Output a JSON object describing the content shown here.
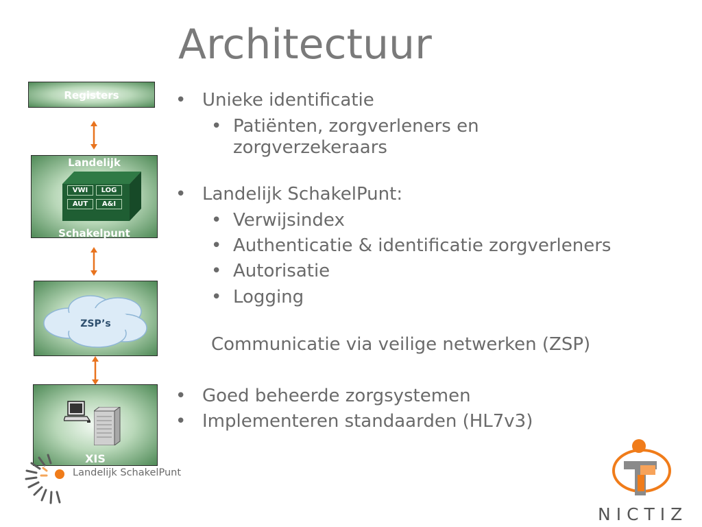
{
  "slide": {
    "title": "Architectuur"
  },
  "bullets": {
    "b1": "Unieke identificatie",
    "b1_sub1_line1": "Patiënten, zorgverleners en",
    "b1_sub1_line2": "zorgverzekeraars",
    "b2": "Landelijk SchakelPunt:",
    "b2_sub1": "Verwijsindex",
    "b2_sub2": "Authenticatie & identificatie zorgverleners",
    "b2_sub3": "Autorisatie",
    "b2_sub4": "Logging",
    "plain": "Communicatie via veilige netwerken (ZSP)",
    "b3": "Goed beheerde zorgsystemen",
    "b4": "Implementeren standaarden (HL7v3)",
    "bullet_char": "•"
  },
  "diagram": {
    "registers": "Registers",
    "lsp_top": "Landelijk",
    "lsp_bottom": "Schakelpunt",
    "modules": [
      "VWI",
      "LOG",
      "AUT",
      "A&I"
    ],
    "zsp": "ZSP’s",
    "xis": "XIS",
    "arrow_color": "#e8731e",
    "green_dark": "#1f5e33"
  },
  "footer": {
    "lsp_logo_text": "Landelijk SchakelPunt",
    "nictiz_text": "NICTIZ",
    "nictiz_orange": "#f07c1a"
  }
}
